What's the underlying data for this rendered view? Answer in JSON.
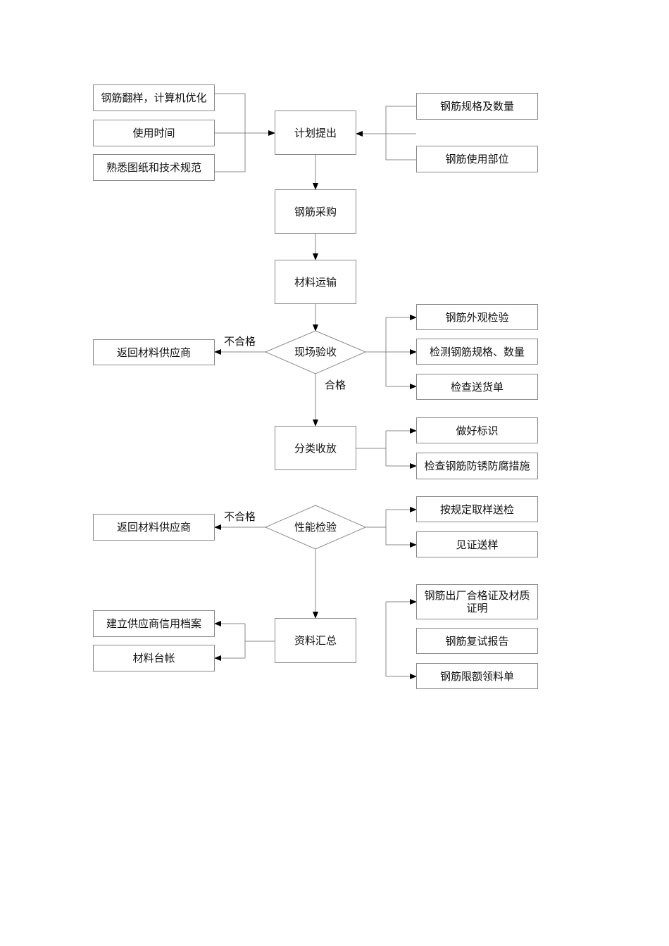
{
  "flowchart": {
    "left_inputs": [
      "钢筋翻样，计算机优化",
      "使用时间",
      "熟悉图纸和技术规范"
    ],
    "right_inputs": [
      "钢筋规格及数量",
      "钢筋使用部位"
    ],
    "plan": "计划提出",
    "purchase": "钢筋采购",
    "transport": "材料运输",
    "site_check": "现场验收",
    "site_check_items": [
      "钢筋外观检验",
      "检测钢筋规格、数量",
      "检查送货单"
    ],
    "return_supplier_1": "返回材料供应商",
    "fail_label_1": "不合格",
    "pass_label": "合格",
    "sort_store": "分类收放",
    "sort_store_items": [
      "做好标识",
      "检查钢筋防锈防腐措施"
    ],
    "perf_check": "性能检验",
    "perf_check_items": [
      "按规定取样送检",
      "见证送样"
    ],
    "return_supplier_2": "返回材料供应商",
    "fail_label_2": "不合格",
    "summary": "资料汇总",
    "summary_outputs": [
      "建立供应商信用档案",
      "材料台帐"
    ],
    "summary_docs": [
      "钢筋出厂合格证及材质证明",
      "钢筋复试报告",
      "钢筋限额领料单"
    ]
  }
}
